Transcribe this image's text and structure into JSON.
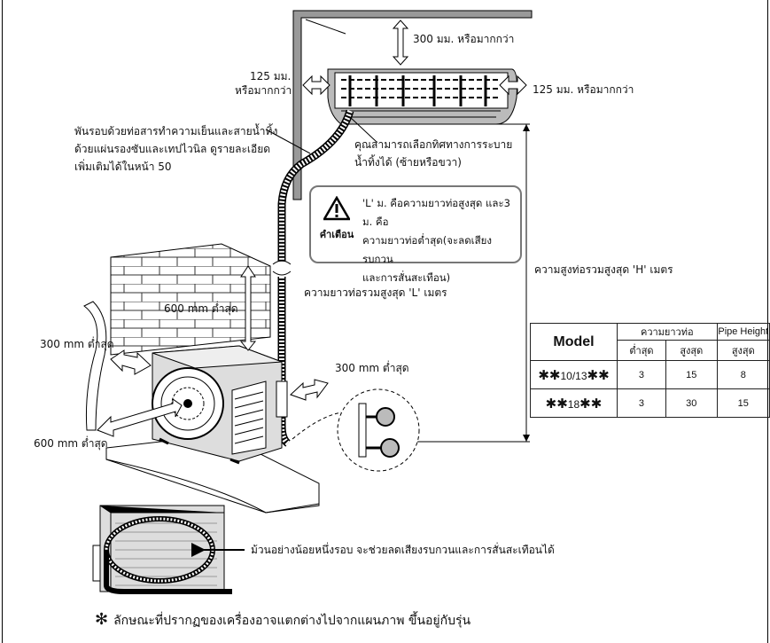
{
  "labels": {
    "top_clearance": "300 มม. หรือมากกว่า",
    "left_clearance_1": "125 มม.",
    "left_clearance_2": "หรือมากกว่า",
    "right_clearance": "125 มม. หรือมากกว่า",
    "wrap_note_1": "พันรอบด้วยท่อสารทำความเย็นและสายน้ำทิ้ง",
    "wrap_note_2": "ด้วยแผ่นรองซับและเทปไวนิล ดูรายละเอียด",
    "wrap_note_3": "เพิ่มเติมได้ในหน้า 50",
    "drain_note_1": "คุณสามารถเลือกทิศทางการระบาย",
    "drain_note_2": "น้ำทิ้งได้ (ซ้ายหรือขวา)",
    "max_height": "ความสูงท่อรวมสูงสุด 'H' เมตร",
    "max_length": "ความยาวท่อรวมสูงสุด 'L' เมตร",
    "top_min": "600 mm ต่ำสุด",
    "left_min": "300 mm ต่ำสุด",
    "right_min": "300 mm ต่ำสุด",
    "front_min": "600 mm ต่ำสุด",
    "coil_note": "ม้วนอย่างน้อยหนึ่งรอบ จะช่วยลดเสียงรบกวนและการสั่นสะเทือนได้"
  },
  "warning": {
    "caption": "คำเตือน",
    "line1": "'L' ม. คือความยาวท่อสูงสุด และ3 ม. คือ",
    "line2": "ความยาวท่อต่ำสุด(จะลดเสียงรบกวน",
    "line3": "และการสั่นสะเทือน)"
  },
  "table": {
    "model_header": "Model",
    "group_length": "ความยาวท่อ",
    "group_height": "Pipe Height",
    "col_min": "ต่ำสุด",
    "col_max": "สูงสุด",
    "col_height_max": "สูงสุด",
    "rows": [
      {
        "model_prefix": "✱✱",
        "model_num": "10/13",
        "model_suffix": "✱✱",
        "min": "3",
        "max": "15",
        "height": "8"
      },
      {
        "model_prefix": "✱✱",
        "model_num": "18",
        "model_suffix": "✱✱",
        "min": "3",
        "max": "30",
        "height": "15"
      }
    ]
  },
  "footnote": {
    "symbol": "✻",
    "text": "ลักษณะที่ปรากฏของเครื่องอาจแตกต่างไปจากแผนภาพ ขึ้นอยู่กับรุ่น"
  }
}
